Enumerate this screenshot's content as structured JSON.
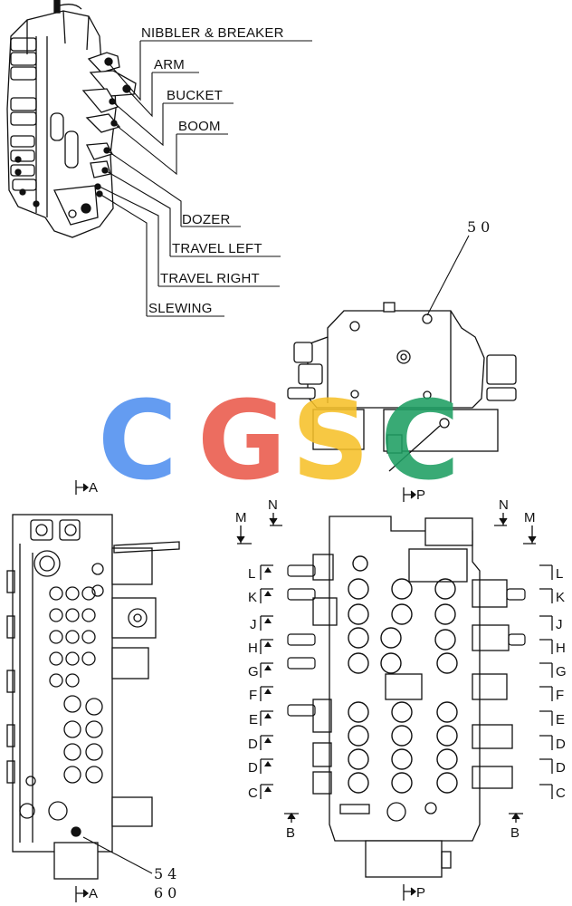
{
  "callouts": {
    "nibbler_breaker": "NIBBLER & BREAKER",
    "arm": "ARM",
    "bucket": "BUCKET",
    "boom": "BOOM",
    "dozer": "DOZER",
    "travel_left": "TRAVEL LEFT",
    "travel_right": "TRAVEL RIGHT",
    "slewing": "SLEWING"
  },
  "part_numbers": {
    "top_view": "50",
    "left_view_a": "54",
    "left_view_b": "60"
  },
  "section_marks": {
    "A": "A",
    "P": "P",
    "N": "N",
    "M": "M",
    "B": "B",
    "L": "L",
    "K": "K",
    "J": "J",
    "H": "H",
    "G": "G",
    "F": "F",
    "E": "E",
    "D": "D",
    "C": "C"
  },
  "watermark": {
    "letters": [
      "C",
      "G",
      "S",
      "C"
    ],
    "colors": [
      "#4f8ff0",
      "#ea5a4b",
      "#f6c12a",
      "#1e9f63"
    ]
  }
}
